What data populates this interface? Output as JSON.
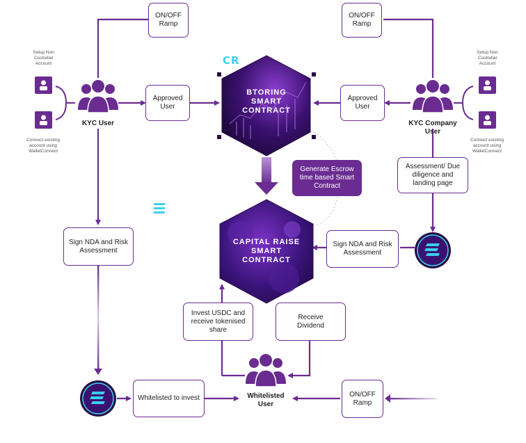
{
  "ramps": {
    "top_left": "ON/OFF\nRamp",
    "top_right": "ON/OFF\nRamp",
    "bottom_right": "ON/OFF\nRamp"
  },
  "left_user": {
    "label": "KYC User",
    "setup_text": "Setup Non\nCustodial\nAccount",
    "connect_text": "Connect existing\naccount using\nWalletConnect"
  },
  "right_user": {
    "label": "KYC Company\nUser",
    "setup_text": "Setup Non\nCustodial\nAccount",
    "connect_text": "Connect existing\naccount using\nWalletConnect"
  },
  "approved_left": "Approved\nUser",
  "approved_right": "Approved\nUser",
  "btoring": {
    "logo": "CR",
    "title": "BTORING\nSMART\nCONTRACT"
  },
  "escrow": "Generate Escrow\ntime based Smart\nContract",
  "capital": {
    "title": "CAPITAL RAISE\nSMART\nCONTRACT"
  },
  "assessment": "Assessment/ Due\ndiligence and\nlanding page",
  "sign_nda_left": "Sign NDA and Risk\nAssessment",
  "sign_nda_right": "Sign NDA and Risk\nAssessment",
  "invest": "Invest USDC and\nreceive tokenised\nshare",
  "dividend": "Receive\nDividend",
  "whitelisted_to_invest": "Whitelisted to invest",
  "whitelisted_user": "Whitelisted\nUser",
  "colors": {
    "primary": "#6a2c91",
    "dark": "#2a0d45",
    "accent": "#39d0ee",
    "line": "#6a2c91"
  }
}
